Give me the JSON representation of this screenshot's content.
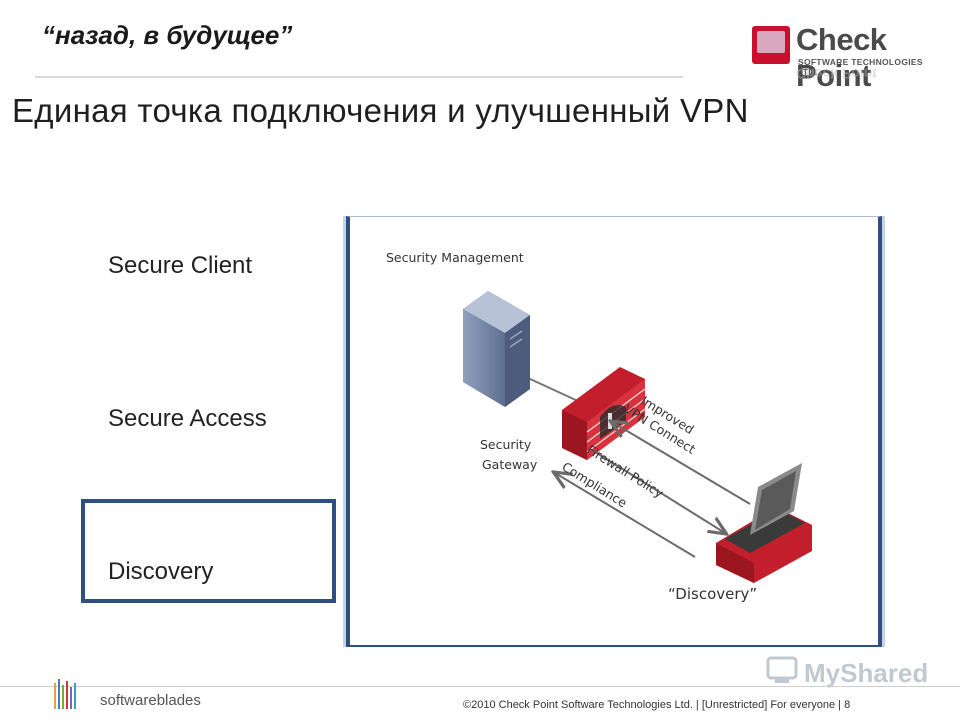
{
  "header": {
    "subtitle": "“назад, в будущее”",
    "title": "Единая точка подключения и улучшенный VPN"
  },
  "logo": {
    "name": "Check Point",
    "tagline": "SOFTWARE TECHNOLOGIES LTD.",
    "brand_color": "#c9102e"
  },
  "nav": {
    "items": [
      "Secure Client",
      "Secure Access",
      "Discovery"
    ],
    "selected": "Discovery",
    "highlight_color": "#2e4f80"
  },
  "diagram": {
    "management_label": "Security Management",
    "gateway_label_1": "Security",
    "gateway_label_2": "Gateway",
    "arrow_1_line1": "Improved",
    "arrow_1_line2": "VPN Connect",
    "arrow_2": "Firewall Policy",
    "arrow_3": "Compliance",
    "client_label": "“Discovery”",
    "icons": [
      "server-icon",
      "firewall-icon",
      "laptop-icon"
    ]
  },
  "footer": {
    "softwareblades": "softwareblades",
    "text": "©2010 Check Point Software Technologies Ltd.   |   [Unrestricted] For everyone   |   8",
    "watermark": "MyShared"
  }
}
